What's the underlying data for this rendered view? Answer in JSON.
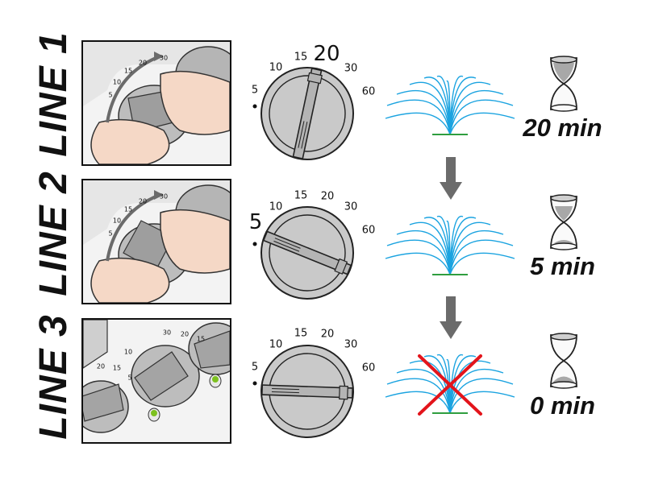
{
  "lines": [
    {
      "label": "LINE 1",
      "dial": {
        "5": "5",
        "10": "10",
        "15": "15",
        "20": "20",
        "30": "30",
        "60": "60",
        "highlight": "20"
      },
      "time": "20 min",
      "sprinkler": "on",
      "photo_marks": [
        "30",
        "20",
        "15",
        "10",
        "5"
      ]
    },
    {
      "label": "LINE 2",
      "dial": {
        "5": "5",
        "10": "10",
        "15": "15",
        "20": "20",
        "30": "30",
        "60": "60",
        "highlight": "5"
      },
      "time": "5 min",
      "sprinkler": "on",
      "photo_marks": [
        "30",
        "20",
        "15",
        "10",
        "5"
      ]
    },
    {
      "label": "LINE 3",
      "dial": {
        "5": "5",
        "10": "10",
        "15": "15",
        "20": "20",
        "30": "30",
        "60": "60",
        "highlight": "off"
      },
      "time": "0 min",
      "sprinkler": "off",
      "photo_marks": [
        "20",
        "15",
        "10",
        "5",
        "30",
        "20",
        "15"
      ]
    }
  ],
  "colors": {
    "water": "#1aa3e0",
    "cross": "#e3141b",
    "arrow": "#6b6b6b",
    "knob": "#c9c9c9",
    "led": "#7dc11f",
    "grass": "#2f9e3f"
  },
  "icons": {
    "timer": "hourglass-icon",
    "flow": "arrow-down-icon",
    "off": "cross-icon"
  }
}
